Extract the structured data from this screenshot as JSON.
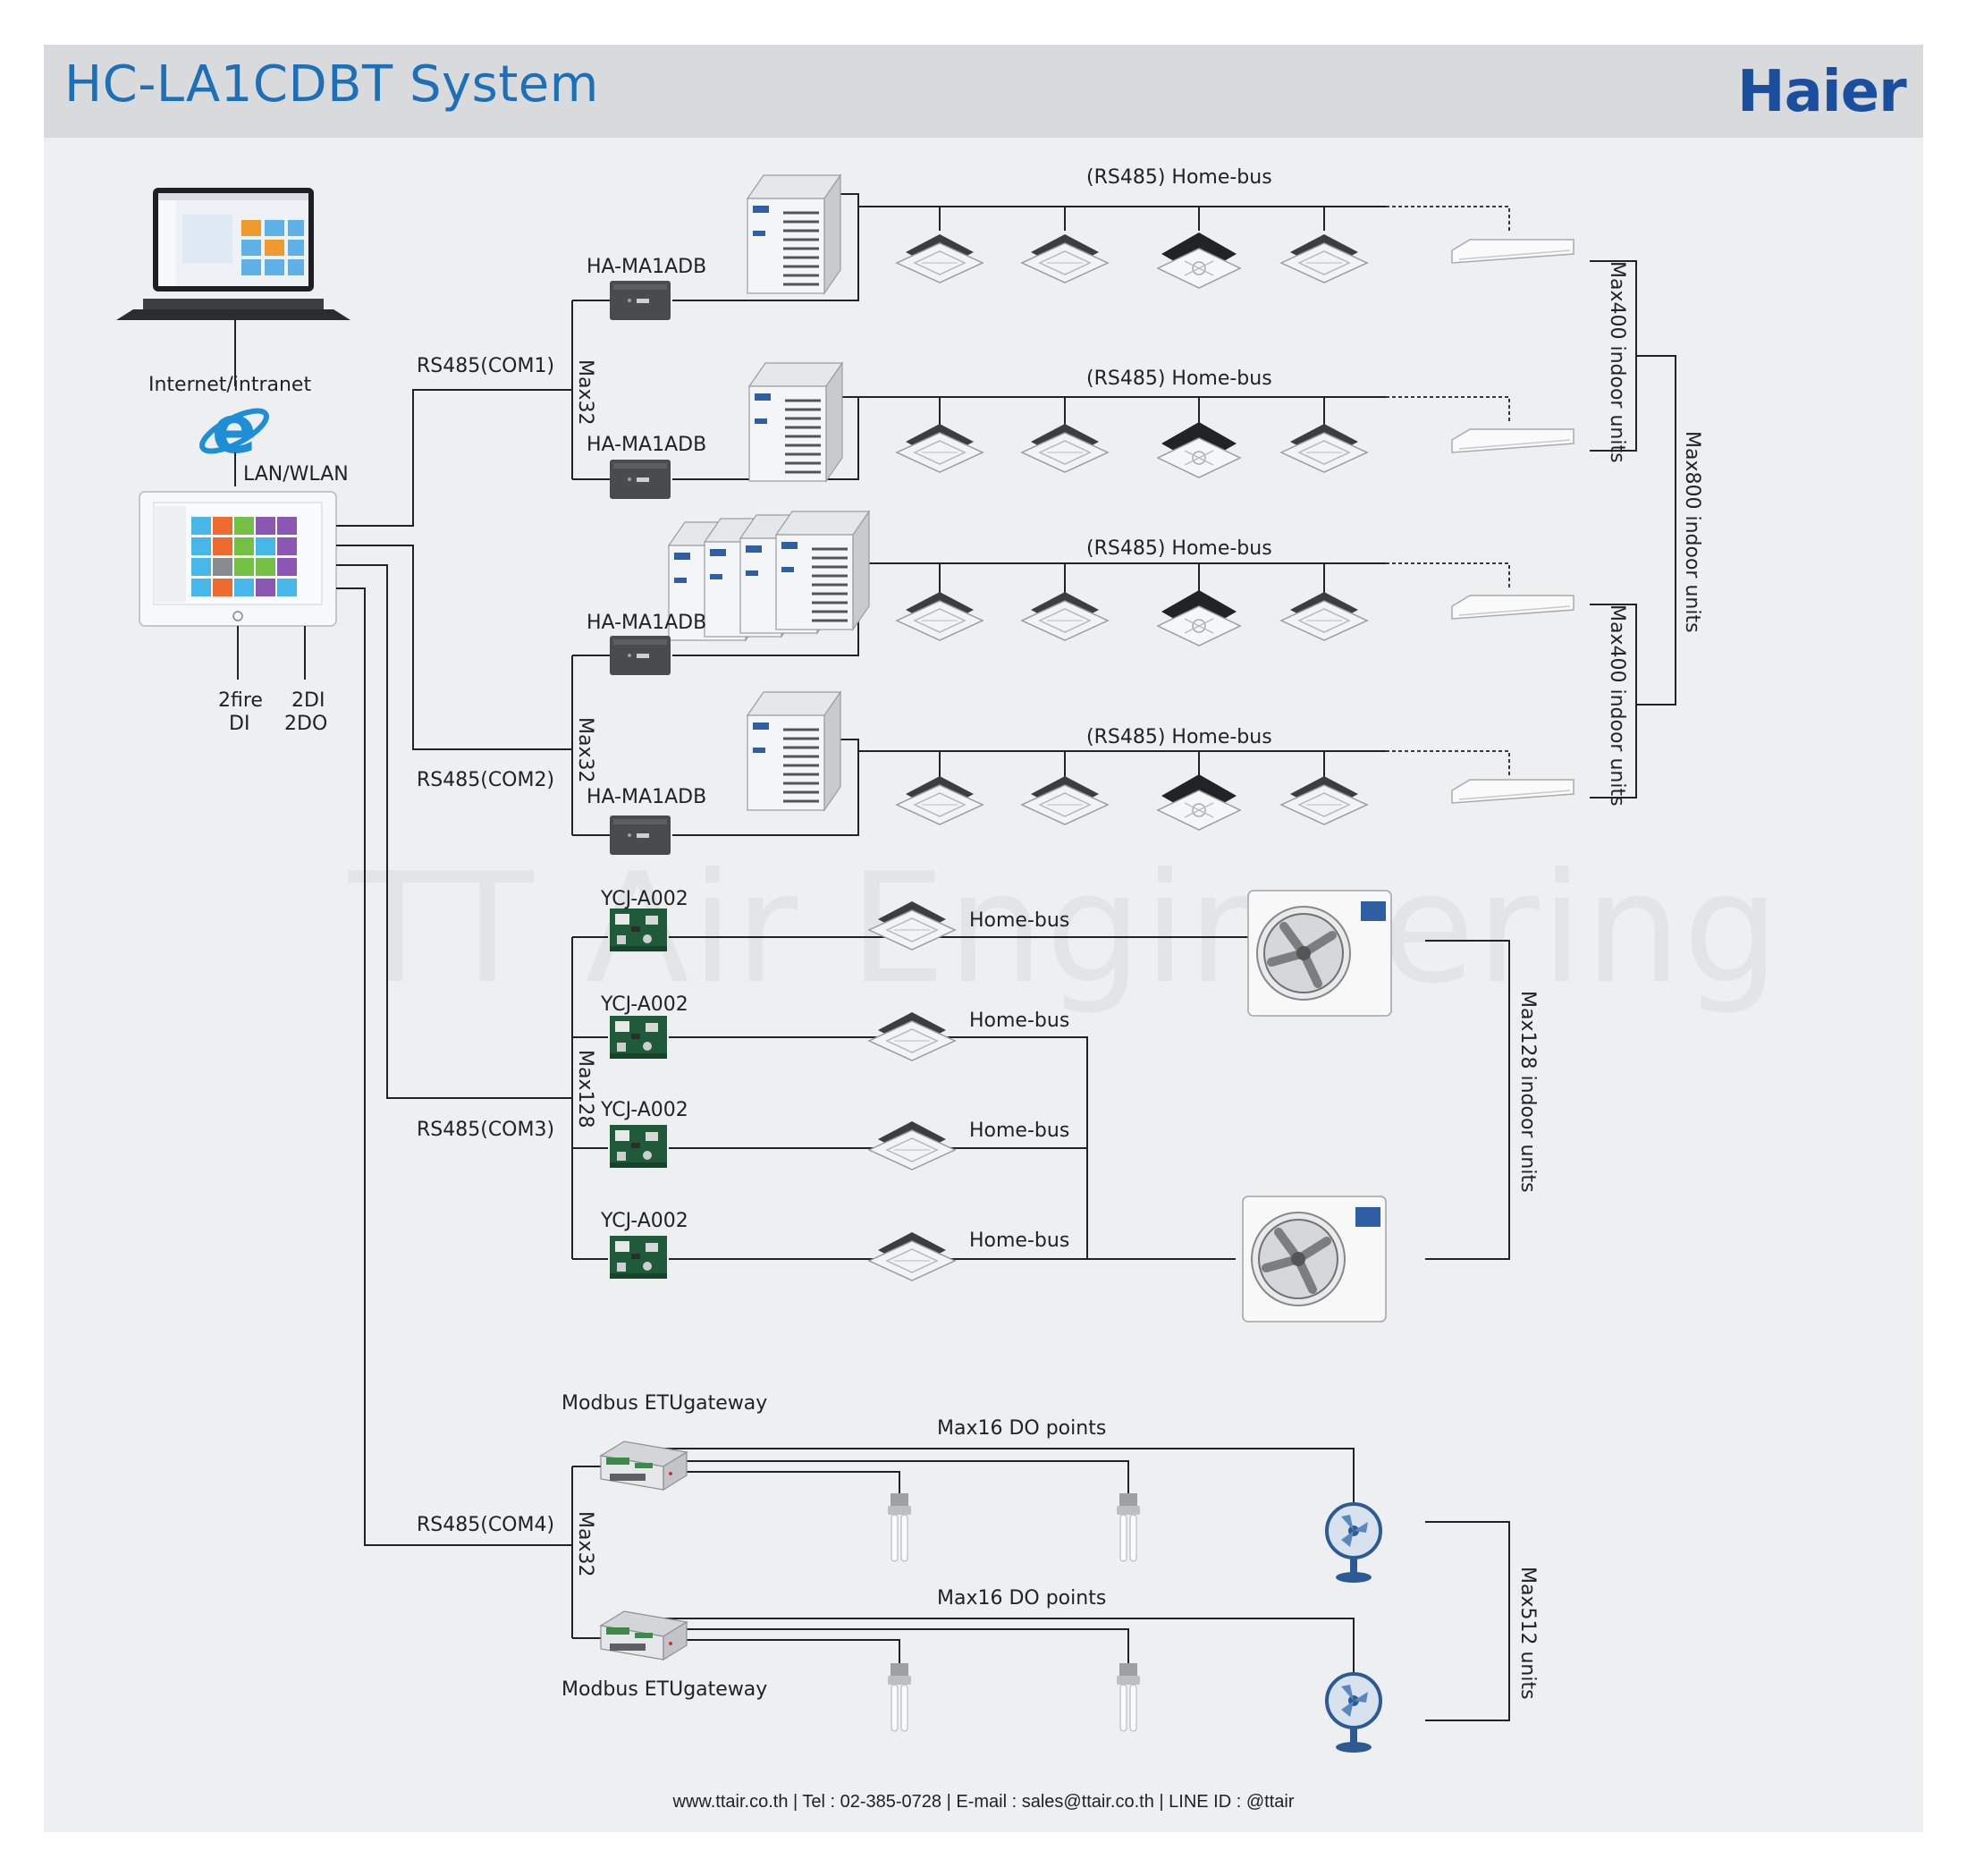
{
  "header": {
    "title": "HC-LA1CDBT System",
    "brand": "Haier",
    "colors": {
      "title": "#1d6fb8",
      "brand": "#1a4fa0",
      "header_bg": "#d9dadb",
      "panel_bg": "#eeeff0"
    }
  },
  "watermark": "TT Air Engineering",
  "left": {
    "network_label": "Internet/intranet",
    "lan_label": "LAN/WLAN",
    "fire_label_1": "2fire",
    "fire_label_2": "DI",
    "dido_label_1": "2DI",
    "dido_label_2": "2DO",
    "icons": [
      "laptop-icon",
      "internet-explorer-icon",
      "touch-panel-controller-icon"
    ]
  },
  "ports": {
    "com1": "RS485(COM1)",
    "com2": "RS485(COM2)",
    "com3": "RS485(COM3)",
    "com4": "RS485(COM4)"
  },
  "vrf": {
    "gateway_label": "HA-MA1ADB",
    "bus_label": "(RS485) Home-bus",
    "max_gateways": "Max32",
    "group_limit": "Max400 indoor units",
    "total_limit": "Max800 indoor units"
  },
  "split": {
    "adapter_label": "YCJ-A002",
    "bus_label": "Home-bus",
    "max_adapters": "Max128",
    "limit": "Max128 indoor units"
  },
  "modbus": {
    "gateway_label": "Modbus ETUgateway",
    "do_label": "Max16 DO points",
    "max_gateways": "Max32",
    "limit": "Max512 units"
  },
  "footer": "www.ttair.co.th | Tel : 02-385-0728 | E-mail : sales@ttair.co.th | LINE ID : @ttair"
}
